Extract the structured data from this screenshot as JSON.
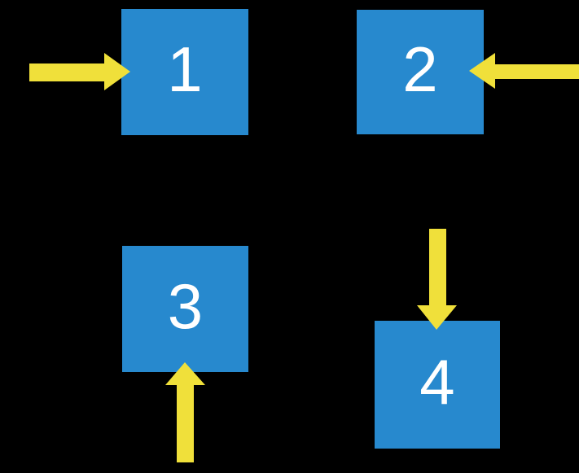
{
  "background_color": "#000000",
  "colors": {
    "square": "#2789CE",
    "arrow": "#F0E03A",
    "label": "#FFFFFF"
  },
  "squares": [
    {
      "label": "1",
      "arrow_icon": "arrow-right-icon",
      "arrow_from": "left"
    },
    {
      "label": "2",
      "arrow_icon": "arrow-left-icon",
      "arrow_from": "right"
    },
    {
      "label": "3",
      "arrow_icon": "arrow-up-icon",
      "arrow_from": "below"
    },
    {
      "label": "4",
      "arrow_icon": "arrow-down-icon",
      "arrow_from": "above"
    }
  ]
}
